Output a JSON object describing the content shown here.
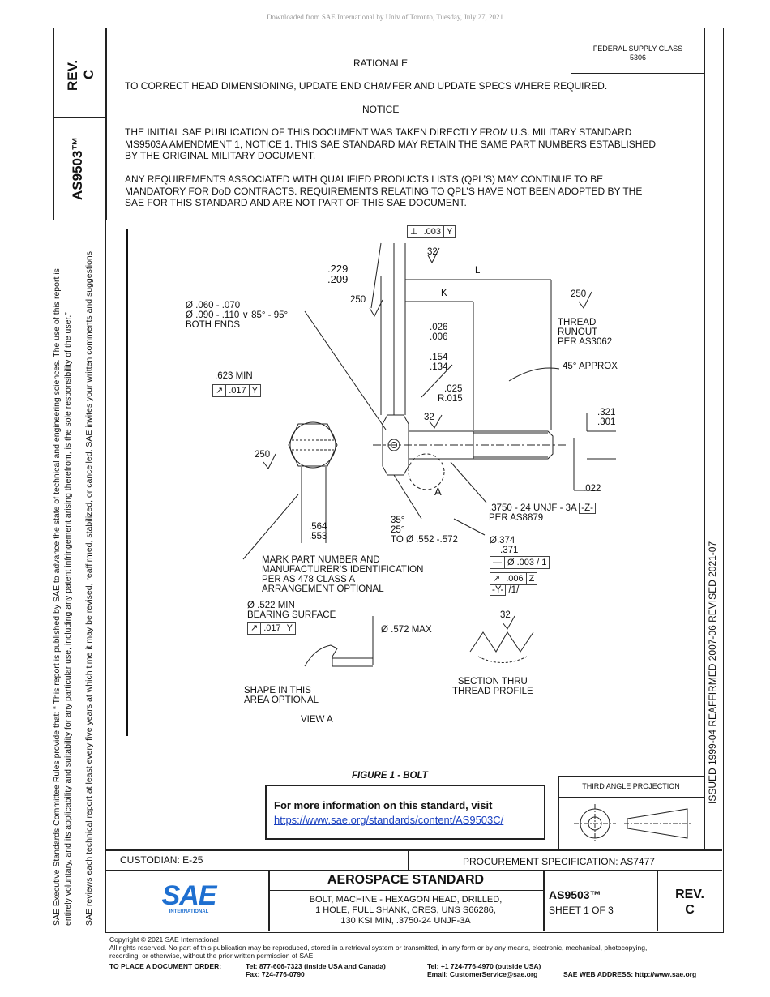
{
  "download_note": "Downloaded from SAE International by Univ of Toronto, Tuesday, July 27, 2021",
  "left_tab": {
    "rev_label": "REV.",
    "rev_value": "C",
    "doc_number": "AS9503™"
  },
  "side_notes": {
    "line1": "SAE Executive Standards Committee Rules provide that: “ This report is published by SAE to advance the state of technical and engineering sciences. The use of this report is",
    "line2": "entirely voluntary, and its applicability and suitability for any particular use, including any patent infringement arising therefrom, is the sole responsibility of the user.”",
    "line3": "SAE reviews each technical report at least every five years at which time it may be revised, reaffirmed, stabilized, or cancelled. SAE invites your written comments and suggestions."
  },
  "federal_supply": {
    "line1": "FEDERAL SUPPLY CLASS",
    "line2": "5306"
  },
  "right_strip": "ISSUED 1999-04     REAFFIRMED 2007-06     REVISED 2021-07",
  "rationale": {
    "heading": "RATIONALE",
    "text": "TO CORRECT HEAD DIMENSIONING, UPDATE END CHAMFER AND UPDATE SPECS WHERE REQUIRED."
  },
  "notice": {
    "heading": "NOTICE",
    "p1_l1": "THE INITIAL SAE PUBLICATION OF THIS DOCUMENT WAS TAKEN DIRECTLY FROM U.S. MILITARY STANDARD",
    "p1_l2": "MS9503A AMENDMENT 1, NOTICE 1. THIS SAE STANDARD MAY RETAIN THE SAME PART NUMBERS ESTABLISHED",
    "p1_l3": "BY THE ORIGINAL MILITARY DOCUMENT.",
    "p2_l1": "ANY REQUIREMENTS ASSOCIATED WITH QUALIFIED PRODUCTS LISTS (QPL’S) MAY CONTINUE TO BE",
    "p2_l2": "MANDATORY FOR DoD CONTRACTS. REQUIREMENTS RELATING TO QPL’S HAVE NOT BEEN ADOPTED BY THE",
    "p2_l3": "SAE FOR THIS STANDARD AND ARE NOT PART OF THIS SAE DOCUMENT."
  },
  "drawing": {
    "perp_tol": ".003",
    "perp_datum": "Y",
    "finish_32a": "32",
    "dim_229": ".229",
    "dim_209": ".209",
    "dim_L": "L",
    "dim_K": "K",
    "finish_250a": "250",
    "finish_250b": "250",
    "finish_250c": "250",
    "drill1": "Ø .060 - .070",
    "drill2": "Ø .090 - .110",
    "drill_angle": "85° - 95°",
    "drill3": "BOTH ENDS",
    "dim_026": ".026",
    "dim_006": ".006",
    "runout1": "THREAD",
    "runout2": "RUNOUT",
    "runout3": "PER AS3062",
    "dim_154": ".154",
    "dim_134": ".134",
    "approx45": "45° APPROX",
    "min623": ".623 MIN",
    "runout_tol": ".017",
    "runout_datum": "Y",
    "dim_025": ".025",
    "rad_015": "R.015",
    "finish_32b": "32",
    "dim_321": ".321",
    "dim_301": ".301",
    "dim_022": ".022",
    "label_A": "A",
    "dim_564": ".564",
    "dim_553": ".553",
    "ang35": "35°",
    "ang25": "25°",
    "to_dia": "TO Ø .552 -.572",
    "thread1": ".3750 - 24 UNJF - 3A",
    "thread_datum": "-Z-",
    "thread2": "PER AS8879",
    "dia_374": "Ø.374",
    "dia_371": ".371",
    "straight_tol": "Ø .003 / 1",
    "runout2_tol": ".006",
    "runout2_datum": "Z",
    "y_datum": "-Y-",
    "y_frac": "/1/",
    "mark1": "MARK PART NUMBER AND",
    "mark2": "MANUFACTURER'S IDENTIFICATION",
    "mark3": "PER AS 478 CLASS A",
    "mark4": "ARRANGEMENT OPTIONAL",
    "bear1": "Ø .522 MIN",
    "bear2": "BEARING SURFACE",
    "bear_tol": ".017",
    "bear_datum": "Y",
    "max572": "Ø .572 MAX",
    "finish_32c": "32",
    "shape1": "SHAPE IN THIS",
    "shape2": "AREA OPTIONAL",
    "view_a": "VIEW A",
    "section1": "SECTION THRU",
    "section2": "THREAD PROFILE"
  },
  "figure_caption": "FIGURE 1 - BOLT",
  "info_box": {
    "line1": "For more information on this standard, visit",
    "link": "https://www.sae.org/standards/content/AS9503C/"
  },
  "third_angle": "THIRD ANGLE PROJECTION",
  "custodian": "CUSTODIAN: E-25",
  "procurement": "PROCUREMENT SPECIFICATION: AS7477",
  "title_block": {
    "logo_text": "SAE",
    "logo_sub": "INTERNATIONAL",
    "heading": "AEROSPACE STANDARD",
    "title1": "BOLT, MACHINE - HEXAGON HEAD, DRILLED,",
    "title2": "1 HOLE, FULL SHANK, CRES, UNS S66286,",
    "title3": "130 KSI MIN, .3750-24 UNJF-3A",
    "doc": "AS9503™",
    "sheet": "SHEET 1 OF 3",
    "rev_label": "REV.",
    "rev_value": "C"
  },
  "footer": {
    "copyright": "Copyright © 2021 SAE International",
    "rights1": "All rights reserved. No part of this publication may be reproduced, stored in a retrieval system or transmitted, in any form or by any means, electronic, mechanical, photocopying,",
    "rights2": "recording, or otherwise, without the prior written permission of SAE.",
    "order_label": "TO PLACE A DOCUMENT ORDER:",
    "tel_us": "Tel: 877-606-7323 (inside USA and Canada)",
    "fax": "Fax: 724-776-0790",
    "tel_out": "Tel: +1 724-776-4970 (outside USA)",
    "email": "Email: CustomerService@sae.org",
    "web": "SAE WEB ADDRESS: http://www.sae.org"
  }
}
